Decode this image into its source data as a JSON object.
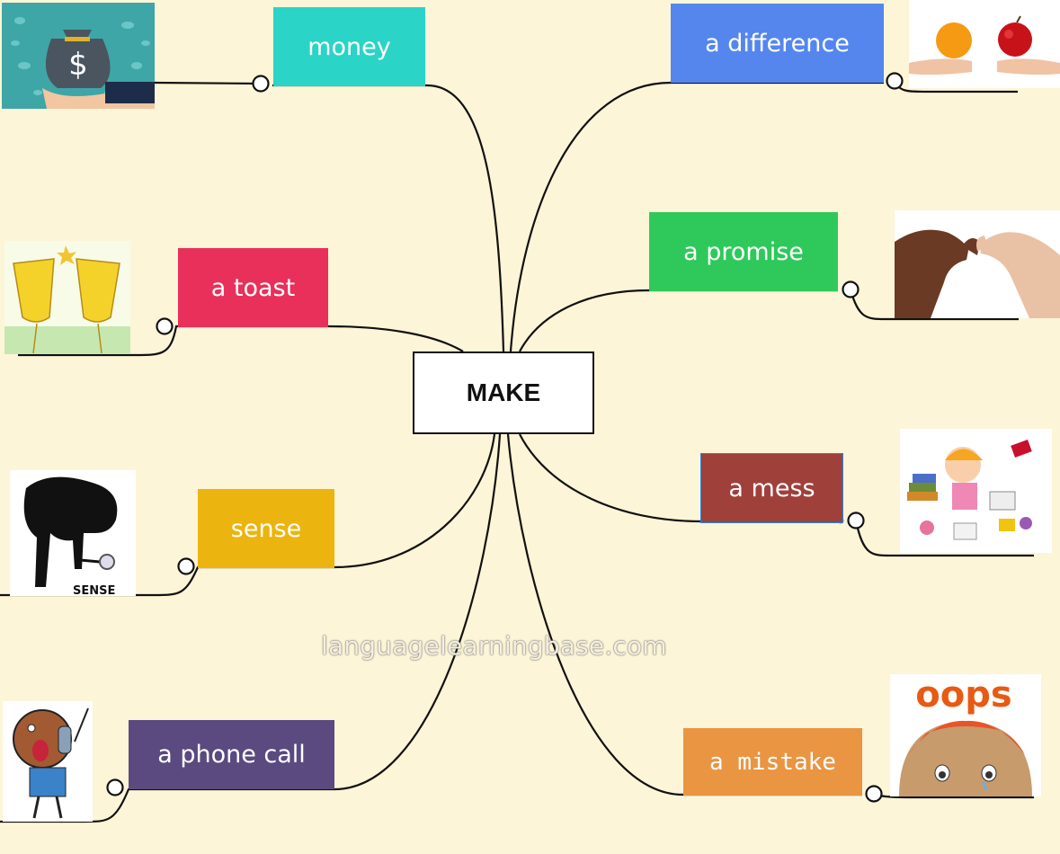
{
  "center": {
    "label": "MAKE"
  },
  "branches": [
    {
      "id": "money",
      "label": "money",
      "color": "#2ad4c6",
      "icon": "money-bag-icon"
    },
    {
      "id": "toast",
      "label": "a toast",
      "color": "#e8305a",
      "icon": "champagne-glasses-icon"
    },
    {
      "id": "sense",
      "label": "sense",
      "color": "#ecb40f",
      "icon": "magnifier-silhouette-icon",
      "icon_caption": "SENSE"
    },
    {
      "id": "phone",
      "label": "a phone call",
      "color": "#5a4a80",
      "icon": "phone-call-boy-icon"
    },
    {
      "id": "difference",
      "label": "a difference",
      "color": "#5486ee",
      "icon": "orange-and-apple-icon"
    },
    {
      "id": "promise",
      "label": "a promise",
      "color": "#2ec95a",
      "icon": "pinky-promise-icon"
    },
    {
      "id": "mess",
      "label": "a mess",
      "color": "#a0403a",
      "icon": "messy-room-girl-icon"
    },
    {
      "id": "mistake",
      "label": "a mistake",
      "color": "#e99542",
      "icon": "oops-face-icon",
      "icon_caption": "oops"
    }
  ],
  "watermark": "languagelearningbase.com",
  "colors": {
    "background": "#fdf5d7",
    "line": "#111111"
  }
}
